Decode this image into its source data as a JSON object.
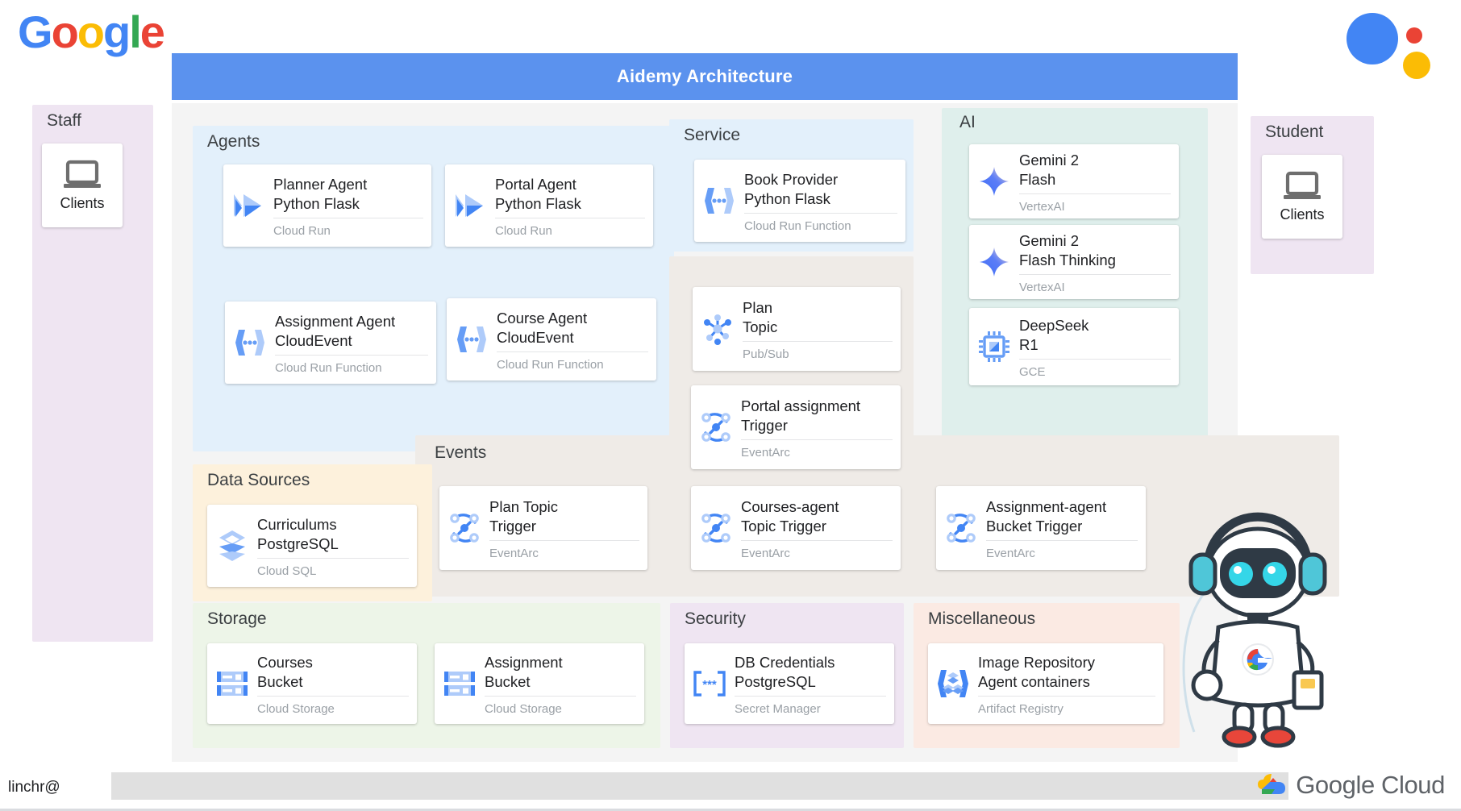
{
  "brand": {
    "google_logo_letters": [
      "G",
      "o",
      "o",
      "g",
      "l",
      "e"
    ],
    "assistant_icon": "google-assistant-dots"
  },
  "header": {
    "title": "Aidemy Architecture"
  },
  "staff_panel": {
    "label": "Staff",
    "card": {
      "label": "Clients",
      "icon": "laptop-icon"
    }
  },
  "student_panel": {
    "label": "Student",
    "card": {
      "label": "Clients",
      "icon": "laptop-icon"
    }
  },
  "groups": {
    "agents": {
      "label": "Agents",
      "color": "#E3F0FB",
      "cards": [
        {
          "title_line1": "Planner Agent",
          "title_line2": "Python Flask",
          "sub": "Cloud Run",
          "icon": "cloud-run-icon"
        },
        {
          "title_line1": "Portal Agent",
          "title_line2": "Python Flask",
          "sub": "Cloud Run",
          "icon": "cloud-run-icon"
        },
        {
          "title_line1": "Assignment Agent",
          "title_line2": "CloudEvent",
          "sub": "Cloud Run Function",
          "icon": "cloud-run-function-icon"
        },
        {
          "title_line1": "Course Agent",
          "title_line2": "CloudEvent",
          "sub": "Cloud Run Function",
          "icon": "cloud-run-function-icon"
        }
      ]
    },
    "service": {
      "label": "Service",
      "color": "#E3F0FB",
      "cards": [
        {
          "title_line1": "Book Provider",
          "title_line2": "Python Flask",
          "sub": "Cloud Run Function",
          "icon": "cloud-run-function-icon"
        }
      ]
    },
    "ai": {
      "label": "AI",
      "color": "#DFEFEC",
      "cards": [
        {
          "title_line1": "Gemini 2",
          "title_line2": "Flash",
          "sub": "VertexAI",
          "icon": "gemini-sparkle-icon"
        },
        {
          "title_line1": "Gemini 2",
          "title_line2": "Flash Thinking",
          "sub": "VertexAI",
          "icon": "gemini-sparkle-icon"
        },
        {
          "title_line1": "DeepSeek",
          "title_line2": "R1",
          "sub": "GCE",
          "icon": "chip-icon"
        }
      ]
    },
    "data_sources": {
      "label": "Data Sources",
      "color": "#FDF1DC",
      "cards": [
        {
          "title_line1": "Curriculums",
          "title_line2": "PostgreSQL",
          "sub": "Cloud SQL",
          "icon": "cloud-sql-icon"
        }
      ]
    },
    "events": {
      "label": "Events",
      "color": "#EFEBE7",
      "cards": [
        {
          "title_line1": "Plan Topic",
          "title_line2": "Trigger",
          "sub": "EventArc",
          "icon": "eventarc-icon"
        },
        {
          "title_line1": "Plan",
          "title_line2": "Topic",
          "sub": "Pub/Sub",
          "icon": "pubsub-icon"
        },
        {
          "title_line1": "Portal assignment",
          "title_line2": "Trigger",
          "sub": "EventArc",
          "icon": "eventarc-icon"
        },
        {
          "title_line1": "Courses-agent",
          "title_line2": "Topic Trigger",
          "sub": "EventArc",
          "icon": "eventarc-icon"
        },
        {
          "title_line1": "Assignment-agent",
          "title_line2": "Bucket Trigger",
          "sub": "EventArc",
          "icon": "eventarc-icon"
        }
      ]
    },
    "storage": {
      "label": "Storage",
      "color": "#EDF5E8",
      "cards": [
        {
          "title_line1": "Courses",
          "title_line2": "Bucket",
          "sub": "Cloud Storage",
          "icon": "cloud-storage-icon"
        },
        {
          "title_line1": "Assignment",
          "title_line2": "Bucket",
          "sub": "Cloud Storage",
          "icon": "cloud-storage-icon"
        }
      ]
    },
    "security": {
      "label": "Security",
      "color": "#EFE5F2",
      "cards": [
        {
          "title_line1": "DB Credentials",
          "title_line2": "PostgreSQL",
          "sub": "Secret Manager",
          "icon": "secret-manager-icon"
        }
      ]
    },
    "miscellaneous": {
      "label": "Miscellaneous",
      "color": "#FBEAE3",
      "cards": [
        {
          "title_line1": "Image Repository",
          "title_line2": "Agent containers",
          "sub": "Artifact Registry",
          "icon": "artifact-registry-icon"
        }
      ]
    }
  },
  "footer": {
    "author": "linchr@",
    "cloud_logo_text": "Google Cloud",
    "cloud_logo_icon": "google-cloud-icon"
  },
  "mascot": {
    "icon": "robot-mascot-illustration"
  }
}
